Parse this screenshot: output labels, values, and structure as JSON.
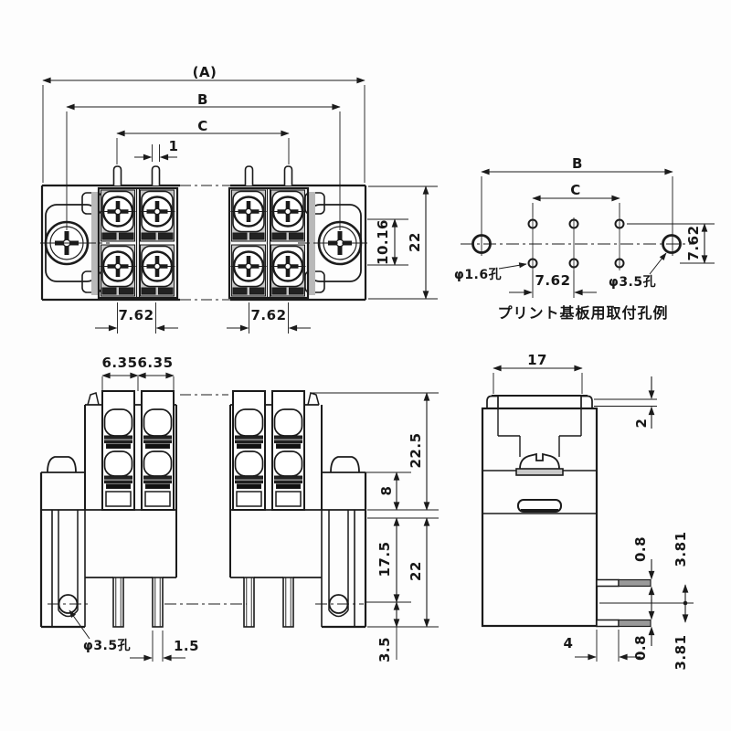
{
  "drawing_colors": {
    "line": "#1b1b1b",
    "shade": "#c6c6c6",
    "pin_shade": "#9a9a9a",
    "background": "#fdfdfd"
  },
  "front_view": {
    "dims": {
      "overall": "(A)",
      "mount_pitch": "B",
      "pin_span": "C",
      "pin_width": "1",
      "pitch_left": "7.62",
      "pitch_right": "7.62",
      "row_spacing": "10.16",
      "height": "22"
    }
  },
  "hole_view": {
    "dims": {
      "mount_pitch": "B",
      "pin_span": "C",
      "pitch": "7.62",
      "row_spacing": "7.62"
    },
    "labels": {
      "small_hole": "φ1.6孔",
      "large_hole": "φ3.5孔",
      "caption": "プリント基板用取付孔例"
    }
  },
  "side_view": {
    "dims": {
      "terminal_width_1": "6.35",
      "terminal_width_2": "6.35",
      "upper_height": "22.5",
      "step_height": "8",
      "leg_height": "17.5",
      "lower_height": "22",
      "pin_protrusion": "3.5",
      "pin_width": "1.5"
    },
    "labels": {
      "mount_hole": "φ3.5孔"
    }
  },
  "profile_view": {
    "dims": {
      "depth": "17",
      "cap_lip": "2",
      "pin_thickness_top": "0.8",
      "pin_offset_top": "3.81",
      "pin_thickness_bottom": "0.8",
      "pin_offset_bottom": "3.81",
      "pin_length": "4"
    }
  }
}
